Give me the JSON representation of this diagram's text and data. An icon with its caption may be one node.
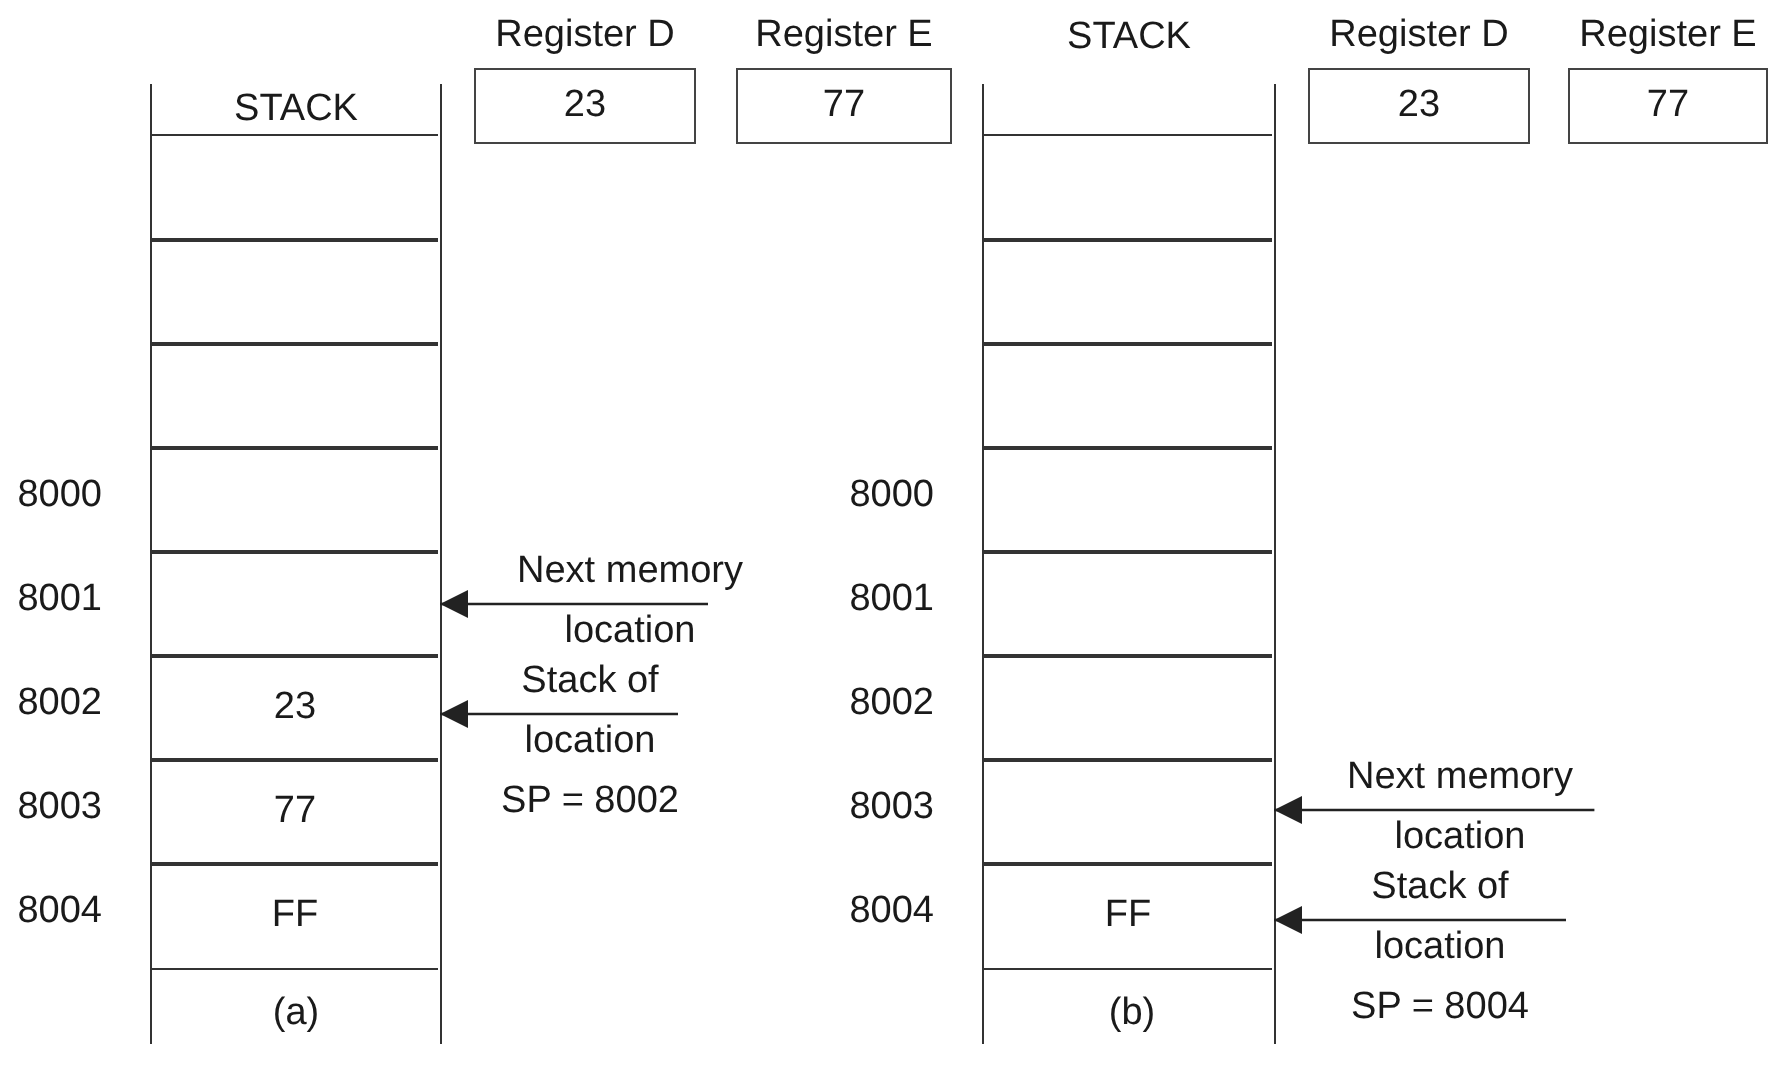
{
  "diagram": {
    "nodes": [
      {
        "text": [
          "STACK"
        ]
      },
      {
        "text": [],
        "shape": "box",
        "in": 0
      },
      {
        "text": [],
        "shape": "box",
        "in": 0
      },
      {
        "text": [],
        "shape": "box",
        "in": 0
      },
      {
        "text": [],
        "shape": "box",
        "in": 0,
        "beside": [
          "8000"
        ]
      },
      {
        "text": [],
        "shape": "box",
        "in": 0,
        "beside": [
          "8001"
        ]
      },
      {
        "text": [
          "23"
        ],
        "in": 0,
        "beside": [
          "8002"
        ]
      },
      {
        "text": [
          "77"
        ],
        "in": 0,
        "beside": [
          "8003"
        ]
      },
      {
        "text": [
          "FF"
        ],
        "in": 0,
        "beside": [
          "8004"
        ]
      },
      {
        "text": [
          "Register D",
          "23"
        ]
      },
      {
        "text": [
          "Register E",
          "77"
        ]
      },
      {
        "text": [
          "Next memory location"
        ]
      },
      {
        "text": [
          "Stack of location",
          "SP = 8002"
        ]
      },
      {
        "text": [
          "STACK"
        ]
      },
      {
        "text": [],
        "shape": "box",
        "in": 13
      },
      {
        "text": [],
        "shape": "box",
        "in": 13
      },
      {
        "text": [],
        "shape": "box",
        "in": 13
      },
      {
        "text": [],
        "shape": "box",
        "in": 13,
        "beside": [
          "8000"
        ]
      },
      {
        "text": [],
        "shape": "box",
        "in": 13,
        "beside": [
          "8001"
        ]
      },
      {
        "text": [],
        "shape": "box",
        "in": 13,
        "beside": [
          "8002"
        ]
      },
      {
        "text": [],
        "shape": "box",
        "in": 13,
        "beside": [
          "8003"
        ]
      },
      {
        "text": [
          "FF"
        ],
        "in": 13,
        "beside": [
          "8004"
        ]
      },
      {
        "text": [
          "Register D",
          "23"
        ]
      },
      {
        "text": [
          "Register E",
          "77"
        ]
      },
      {
        "text": [
          "Next memory location"
        ]
      },
      {
        "text": [
          "Stack of location",
          "SP = 8004"
        ]
      }
    ],
    "edges": [
      {
        "from": 11,
        "to": 5,
        "arrow": "to"
      },
      {
        "from": 12,
        "to": 6,
        "arrow": "to"
      },
      {
        "from": 24,
        "to": 20,
        "arrow": "to"
      },
      {
        "from": 25,
        "to": 21,
        "arrow": "to"
      }
    ],
    "labels": [
      "(a)",
      "(b)"
    ]
  }
}
